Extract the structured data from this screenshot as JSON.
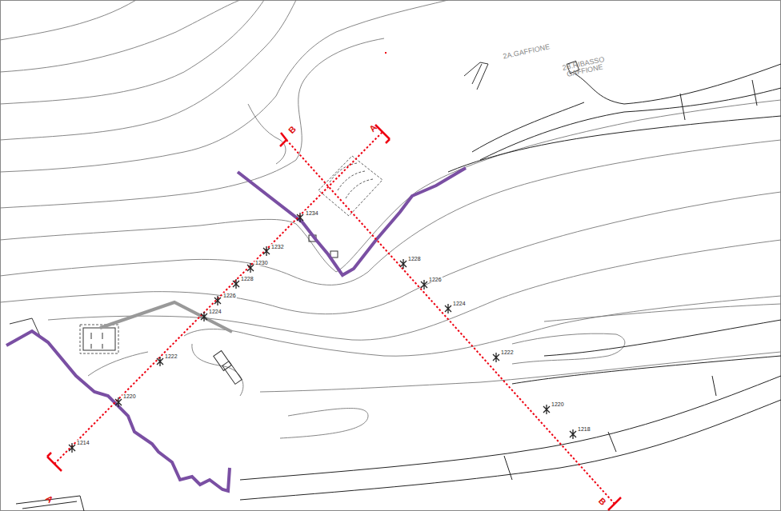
{
  "diagram": {
    "labels": [
      "A",
      "B",
      "2A.GAFFIONE",
      "2B.RIBASSO GAFFIONE",
      "1214",
      "1220",
      "1222",
      "1224",
      "1226",
      "1228",
      "1230",
      "1232",
      "1234",
      "1228",
      "1226",
      "1224",
      "1222",
      "1220",
      "1218",
      "B",
      "A"
    ]
  }
}
